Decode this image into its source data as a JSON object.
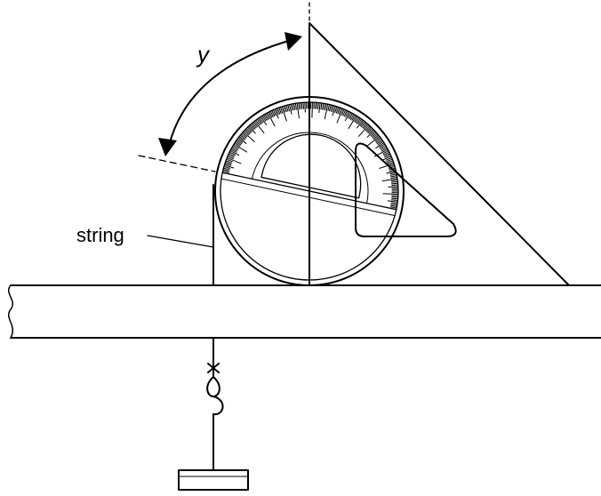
{
  "labels": {
    "angle": "y",
    "string": "string"
  },
  "protractor": {
    "major_tick_every_deg": 10,
    "mid_tick_every_deg": 5,
    "minor_tick_every_deg": 1
  },
  "colors": {
    "stroke": "#000000",
    "background": "#ffffff"
  }
}
